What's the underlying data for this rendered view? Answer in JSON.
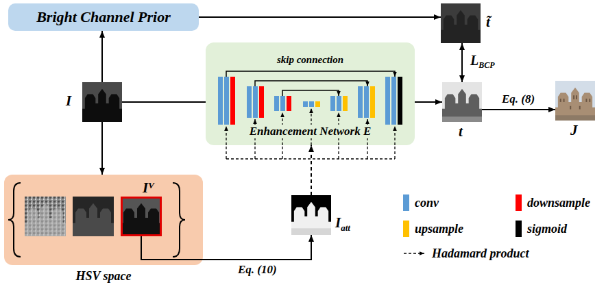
{
  "diagram": {
    "nodes": [
      {
        "text": [
          "Bright Channel Prior"
        ]
      },
      {
        "text": [
          "t̃"
        ]
      },
      {
        "text": [
          "I"
        ]
      },
      {
        "text": [
          "skip connection",
          "Enhancement Network E"
        ]
      },
      {
        "text": [
          "t"
        ]
      },
      {
        "text": [
          "J"
        ]
      },
      {
        "text": [
          "HSV space"
        ]
      },
      {
        "text": [
          "IV"
        ],
        "in": 6
      },
      {
        "text": [
          "Iatt"
        ]
      }
    ],
    "edges": [
      {
        "from": 2,
        "to": 0,
        "arrow": "to"
      },
      {
        "from": 0,
        "to": 1,
        "arrow": "to"
      },
      {
        "from": 2,
        "to": 3,
        "arrow": "none"
      },
      {
        "from": 3,
        "to": 4,
        "arrow": "to"
      },
      {
        "from": 1,
        "to": 4,
        "label": "LBCP",
        "arrow": "both"
      },
      {
        "from": 4,
        "to": 5,
        "label": "Eq. (8)",
        "arrow": "to"
      },
      {
        "from": 2,
        "to": 6,
        "arrow": "to"
      },
      {
        "from": 7,
        "to": 8,
        "label": "Eq. (10)",
        "arrow": "to"
      },
      {
        "from": 8,
        "to": 3,
        "arrow": "to"
      }
    ],
    "legend": [
      {
        "text": "conv",
        "color": "#5b9bd5"
      },
      {
        "text": "downsample",
        "color": "#ff0000"
      },
      {
        "text": "upsample",
        "color": "#ffc000"
      },
      {
        "text": "sigmoid",
        "color": "#000000"
      },
      {
        "text": "Hadamard product"
      }
    ]
  }
}
